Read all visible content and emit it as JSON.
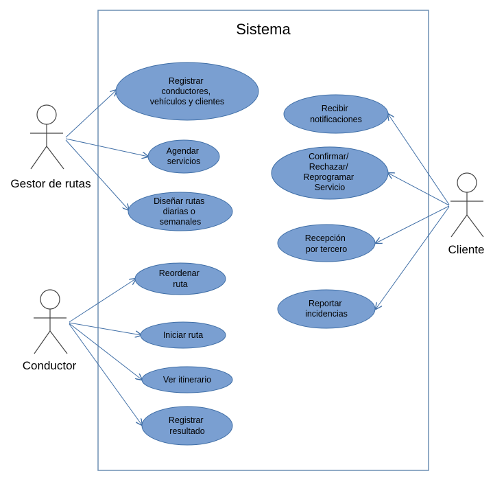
{
  "system": {
    "title": "Sistema"
  },
  "actors": {
    "gestor": "Gestor de rutas",
    "conductor": "Conductor",
    "cliente": "Cliente"
  },
  "use_cases": {
    "registrar_conductores": [
      "Registrar",
      "conductores,",
      "vehículos y clientes"
    ],
    "agendar_servicios": [
      "Agendar",
      "servicios"
    ],
    "disenar_rutas": [
      "Diseñar rutas",
      "diarias o",
      "semanales"
    ],
    "reordenar_ruta": [
      "Reordenar",
      "ruta"
    ],
    "iniciar_ruta": [
      "Iniciar ruta"
    ],
    "ver_itinerario": [
      "Ver itinerario"
    ],
    "registrar_resultado": [
      "Registrar",
      "resultado"
    ],
    "recibir_notificaciones": [
      "Recibir",
      "notificaciones"
    ],
    "confirmar_rechazar": [
      "Confirmar/",
      "Rechazar/",
      "Reprogramar",
      "Servicio"
    ],
    "recepcion_tercero": [
      "Recepción",
      "por tercero"
    ],
    "reportar_incidencias": [
      "Reportar",
      "incidencias"
    ]
  },
  "colors": {
    "use_case_fill": "#7a9fd1",
    "use_case_stroke": "#3f6ea6",
    "arrow": "#3f6ea6",
    "system_border": "#6d8fb3",
    "actor_stroke": "#444444"
  }
}
